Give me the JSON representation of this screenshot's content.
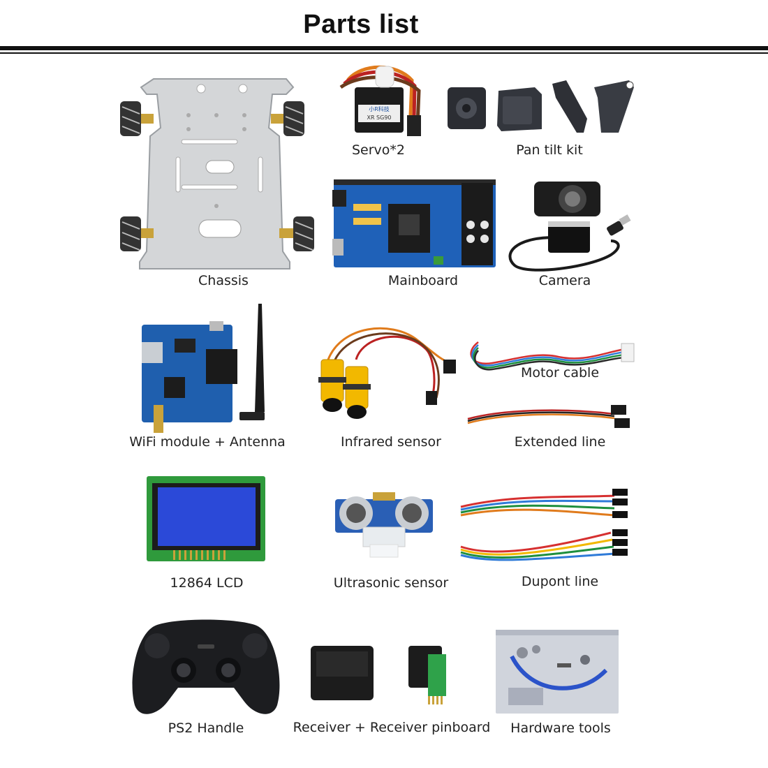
{
  "page": {
    "title": "Parts list"
  },
  "parts": [
    {
      "label": "Servo*2"
    },
    {
      "label": "Pan tilt kit"
    },
    {
      "label": "Chassis"
    },
    {
      "label": "Mainboard"
    },
    {
      "label": "Camera"
    },
    {
      "label": "WiFi module + Antenna"
    },
    {
      "label": "Infrared sensor"
    },
    {
      "label": "Motor cable"
    },
    {
      "label": "Extended line"
    },
    {
      "label": "12864 LCD"
    },
    {
      "label": "Ultrasonic sensor"
    },
    {
      "label": "Dupont line"
    },
    {
      "label": "PS2 Handle"
    },
    {
      "label": "Receiver + Receiver pinboard"
    },
    {
      "label": "Hardware tools"
    }
  ],
  "product_text": {
    "servo_brand": "XR SG90",
    "servo_logo": "小R科技"
  }
}
